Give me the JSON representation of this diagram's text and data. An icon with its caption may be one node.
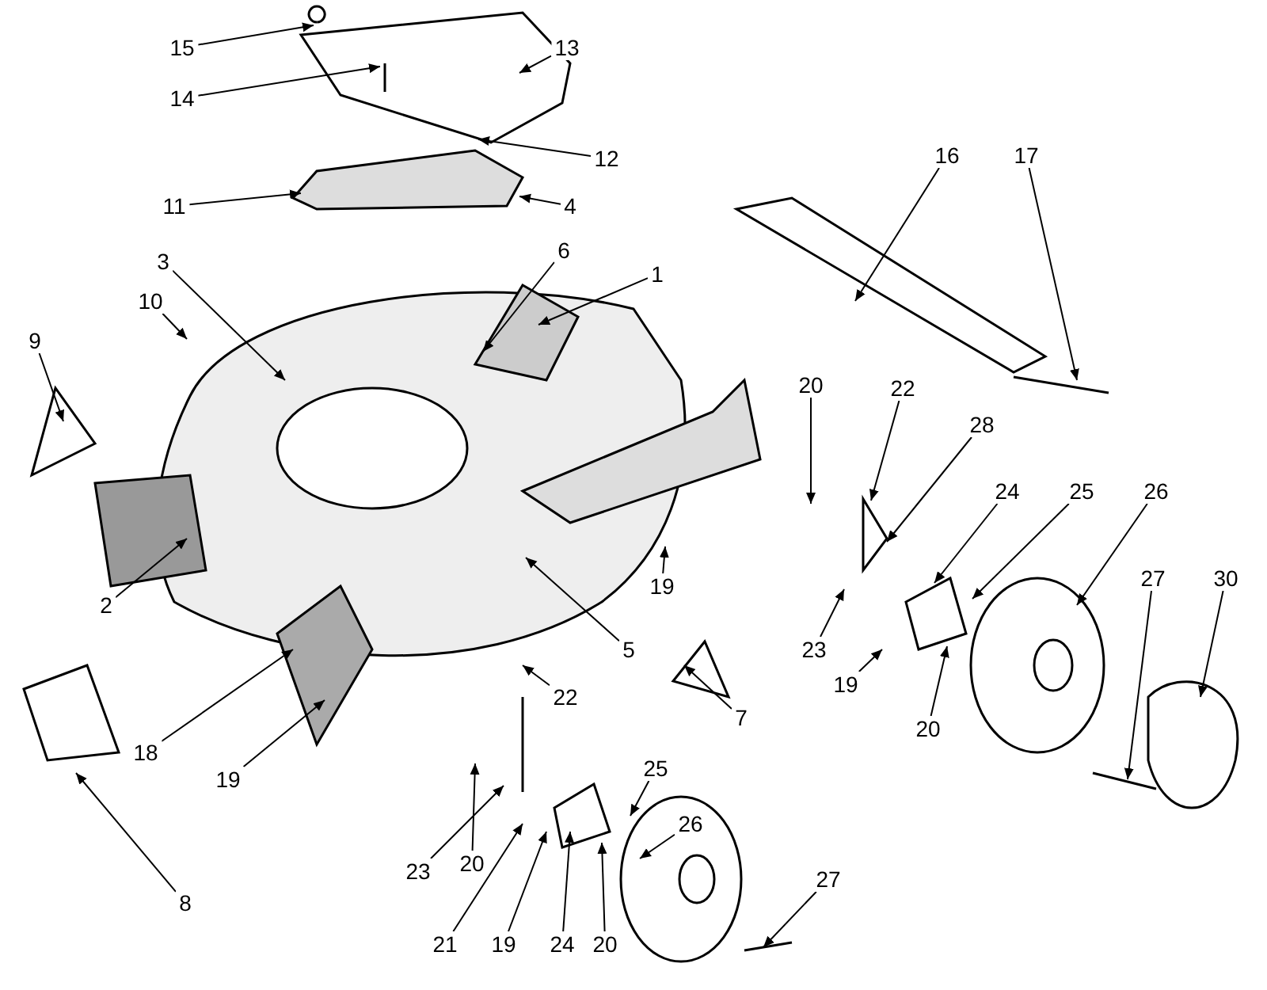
{
  "diagram": {
    "nodes": [
      {
        "text": [
          "15"
        ]
      },
      {
        "text": [
          "13"
        ]
      },
      {
        "text": [
          "14"
        ]
      },
      {
        "text": [
          "12"
        ]
      },
      {
        "text": [
          "11"
        ]
      },
      {
        "text": [
          "4"
        ]
      },
      {
        "text": [
          "16"
        ]
      },
      {
        "text": [
          "17"
        ]
      },
      {
        "text": [
          "3"
        ]
      },
      {
        "text": [
          "6"
        ]
      },
      {
        "text": [
          "1"
        ]
      },
      {
        "text": [
          "10"
        ]
      },
      {
        "text": [
          "9"
        ]
      },
      {
        "text": [
          "20"
        ]
      },
      {
        "text": [
          "22"
        ]
      },
      {
        "text": [
          "28"
        ]
      },
      {
        "text": [
          "24"
        ]
      },
      {
        "text": [
          "25"
        ]
      },
      {
        "text": [
          "26"
        ]
      },
      {
        "text": [
          "27"
        ]
      },
      {
        "text": [
          "30"
        ]
      },
      {
        "text": [
          "2"
        ]
      },
      {
        "text": [
          "19"
        ]
      },
      {
        "text": [
          "5"
        ]
      },
      {
        "text": [
          "23"
        ]
      },
      {
        "text": [
          "19"
        ]
      },
      {
        "text": [
          "20"
        ]
      },
      {
        "text": [
          "22"
        ]
      },
      {
        "text": [
          "7"
        ]
      },
      {
        "text": [
          "18"
        ]
      },
      {
        "text": [
          "19"
        ]
      },
      {
        "text": [
          "20"
        ]
      },
      {
        "text": [
          "23"
        ]
      },
      {
        "text": [
          "25"
        ]
      },
      {
        "text": [
          "26"
        ]
      },
      {
        "text": [
          "8"
        ]
      },
      {
        "text": [
          "21"
        ]
      },
      {
        "text": [
          "19"
        ]
      },
      {
        "text": [
          "24"
        ]
      },
      {
        "text": [
          "20"
        ]
      },
      {
        "text": [
          "27"
        ]
      }
    ],
    "edges": [
      {
        "from": 0,
        "to": null,
        "arrow": "to"
      },
      {
        "from": 1,
        "to": null,
        "arrow": "to"
      },
      {
        "from": 2,
        "to": null,
        "arrow": "to"
      },
      {
        "from": 3,
        "to": null,
        "arrow": "to"
      },
      {
        "from": 4,
        "to": null,
        "arrow": "to"
      },
      {
        "from": 5,
        "to": null,
        "arrow": "to"
      },
      {
        "from": 6,
        "to": null,
        "arrow": "to"
      },
      {
        "from": 7,
        "to": null,
        "arrow": "to"
      },
      {
        "from": 8,
        "to": null,
        "arrow": "to"
      },
      {
        "from": 9,
        "to": null,
        "arrow": "to"
      },
      {
        "from": 10,
        "to": null,
        "arrow": "to"
      },
      {
        "from": 11,
        "to": null,
        "arrow": "to"
      },
      {
        "from": 12,
        "to": null,
        "arrow": "to"
      },
      {
        "from": 13,
        "to": null,
        "arrow": "to"
      },
      {
        "from": 14,
        "to": null,
        "arrow": "to"
      },
      {
        "from": 15,
        "to": null,
        "arrow": "to"
      },
      {
        "from": 16,
        "to": null,
        "arrow": "to"
      },
      {
        "from": 17,
        "to": null,
        "arrow": "to"
      },
      {
        "from": 18,
        "to": null,
        "arrow": "to"
      },
      {
        "from": 19,
        "to": null,
        "arrow": "to"
      },
      {
        "from": 20,
        "to": null,
        "arrow": "to"
      },
      {
        "from": 21,
        "to": null,
        "arrow": "to"
      },
      {
        "from": 22,
        "to": null,
        "arrow": "to"
      },
      {
        "from": 23,
        "to": null,
        "arrow": "to"
      },
      {
        "from": 24,
        "to": null,
        "arrow": "to"
      },
      {
        "from": 25,
        "to": null,
        "arrow": "to"
      },
      {
        "from": 26,
        "to": null,
        "arrow": "to"
      },
      {
        "from": 27,
        "to": null,
        "arrow": "to"
      },
      {
        "from": 28,
        "to": null,
        "arrow": "to"
      },
      {
        "from": 29,
        "to": null,
        "arrow": "to"
      },
      {
        "from": 30,
        "to": null,
        "arrow": "to"
      },
      {
        "from": 31,
        "to": null,
        "arrow": "to"
      },
      {
        "from": 32,
        "to": null,
        "arrow": "to"
      },
      {
        "from": 33,
        "to": null,
        "arrow": "to"
      },
      {
        "from": 34,
        "to": null,
        "arrow": "to"
      },
      {
        "from": 35,
        "to": null,
        "arrow": "to"
      },
      {
        "from": 36,
        "to": null,
        "arrow": "to"
      },
      {
        "from": 37,
        "to": null,
        "arrow": "to"
      },
      {
        "from": 38,
        "to": null,
        "arrow": "to"
      },
      {
        "from": 39,
        "to": null,
        "arrow": "to"
      },
      {
        "from": 40,
        "to": null,
        "arrow": "to"
      }
    ]
  }
}
